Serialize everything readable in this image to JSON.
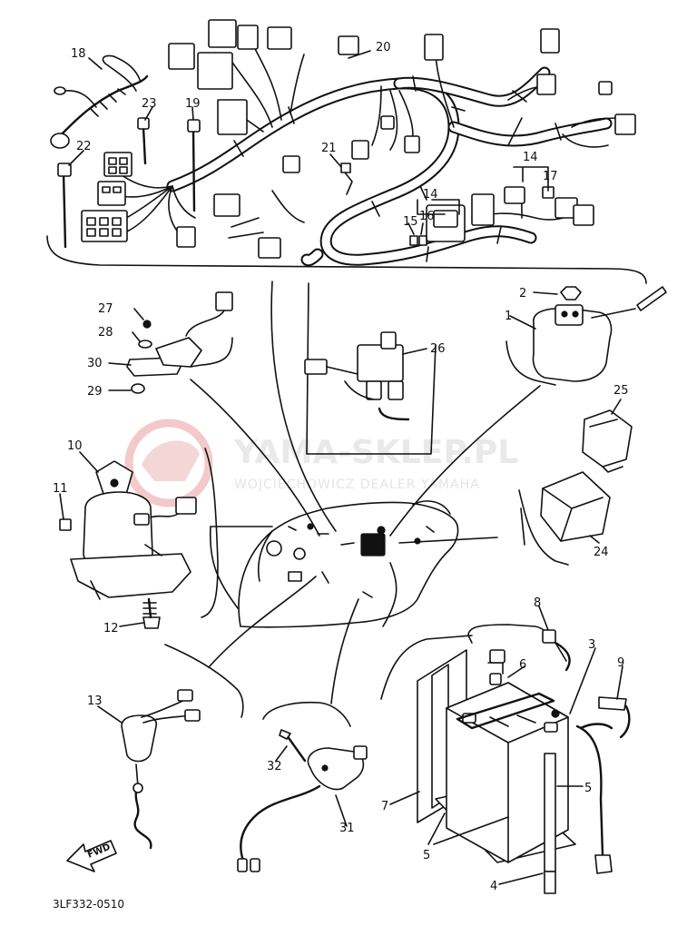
{
  "diagram": {
    "drawing_code": "3LF332-0510",
    "direction_label": "FWD",
    "watermark": {
      "brand": "YAMA-SKLEP.PL",
      "subtitle": "WOJCIECHOWICZ DEALER YAMAHA"
    },
    "callouts": {
      "c1": "1",
      "c2": "2",
      "c3": "3",
      "c4": "4",
      "c5a": "5",
      "c5b": "5",
      "c6": "6",
      "c7": "7",
      "c8": "8",
      "c9": "9",
      "c10": "10",
      "c11": "11",
      "c12": "12",
      "c13": "13",
      "c14a": "14",
      "c14b": "14",
      "c15": "15",
      "c16": "16",
      "c17": "17",
      "c18": "18",
      "c19": "19",
      "c20": "20",
      "c21": "21",
      "c22": "22",
      "c23": "23",
      "c24": "24",
      "c25": "25",
      "c26": "26",
      "c27": "27",
      "c28": "28",
      "c29": "29",
      "c30": "30",
      "c31": "31",
      "c32": "32"
    }
  }
}
